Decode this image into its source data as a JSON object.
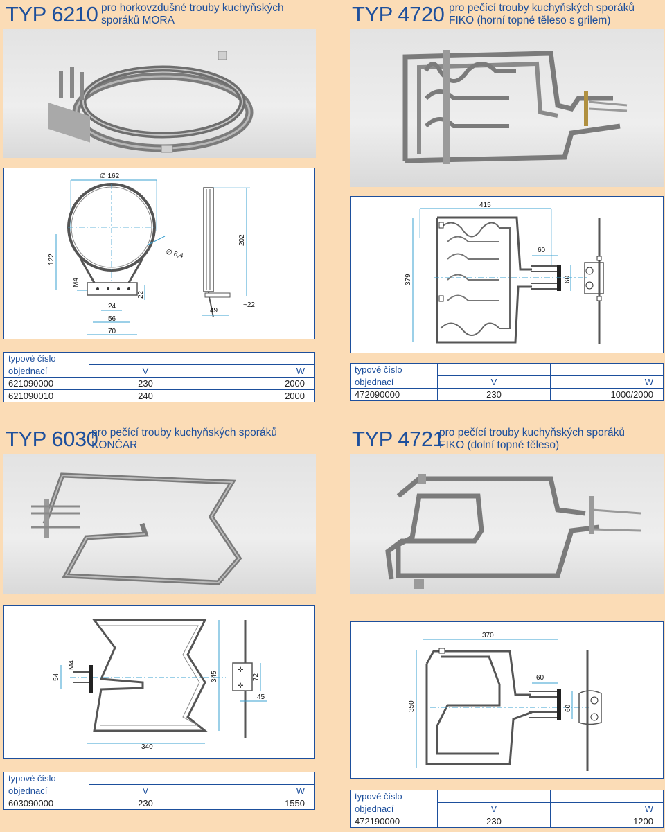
{
  "sections": {
    "t6210": {
      "code": "TYP 6210",
      "desc1": "pro horkovzdušné trouby kuchyňských",
      "desc2": "sporáků MORA",
      "dims": {
        "d162": "∅ 162",
        "d64": "∅ 6,4",
        "h122": "122",
        "m4": "M4",
        "w24": "24",
        "w56": "56",
        "w70": "70",
        "h22": "22",
        "h202": "202",
        "w49": "49",
        "w22": "~22"
      },
      "table": {
        "head1": "typové číslo",
        "head2": "objednací",
        "col_v": "V",
        "col_w": "W",
        "rows": [
          {
            "code": "621090000",
            "v": "230",
            "w": "2000"
          },
          {
            "code": "621090010",
            "v": "240",
            "w": "2000"
          }
        ]
      }
    },
    "t4720": {
      "code": "TYP 4720",
      "desc1": "pro pečící trouby kuchyňských sporáků",
      "desc2": "FIKO (horní topné těleso s grilem)",
      "dims": {
        "w415": "415",
        "h379": "379",
        "w60": "60",
        "h60": "60"
      },
      "table": {
        "head1": "typové číslo",
        "head2": "objednací",
        "col_v": "V",
        "col_w": "W",
        "rows": [
          {
            "code": "472090000",
            "v": "230",
            "w": "1000/2000"
          }
        ]
      }
    },
    "t6030": {
      "code": "TYP 6030",
      "desc1": "pro pečící trouby kuchyňských sporáků",
      "desc2": "KONČAR",
      "dims": {
        "h54": "54",
        "m4": "M4",
        "h345": "345",
        "h72": "72",
        "w45": "45",
        "w340": "340"
      },
      "table": {
        "head1": "typové číslo",
        "head2": "objednací",
        "col_v": "V",
        "col_w": "W",
        "rows": [
          {
            "code": "603090000",
            "v": "230",
            "w": "1550"
          }
        ]
      }
    },
    "t4721": {
      "code": "TYP 4721",
      "desc1": "pro pečící trouby kuchyňských sporáků",
      "desc2": "FIKO (dolní topné těleso)",
      "dims": {
        "w370": "370",
        "w60": "60",
        "h350": "350",
        "h60": "60"
      },
      "table": {
        "head1": "typové číslo",
        "head2": "objednací",
        "col_v": "V",
        "col_w": "W",
        "rows": [
          {
            "code": "472190000",
            "v": "230",
            "w": "1200"
          }
        ]
      }
    }
  },
  "colors": {
    "brand_blue": "#1d4f9c",
    "background": "#fbdcb6",
    "dimension_cyan": "#3aa0d0"
  }
}
